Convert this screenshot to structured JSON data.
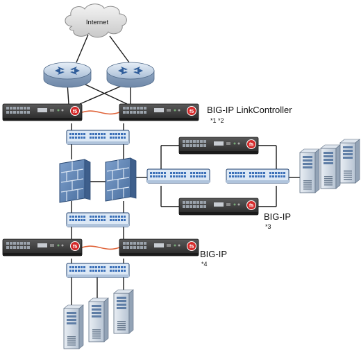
{
  "cloud": {
    "label": "Internet"
  },
  "labels": {
    "top_bigip": {
      "title": "BIG-IP LinkController",
      "note": "*1 *2"
    },
    "right_bigip": {
      "title": "BIG-IP",
      "note": "*3"
    },
    "bottom_bigip": {
      "title": "BIG-IP",
      "note": "*4"
    }
  },
  "colors": {
    "line": "#1a1a1a",
    "ha_link": "#e0643a",
    "switch_fill": "#dce8f5",
    "port": "#3a6fb8",
    "firewall": "#5f86b8",
    "device_body": "#3a3a3a",
    "router": "#b9cbe0"
  },
  "icons": [
    "cloud-icon",
    "router-icon",
    "bigip-device-icon",
    "switch-icon",
    "firewall-icon",
    "server-icon"
  ]
}
